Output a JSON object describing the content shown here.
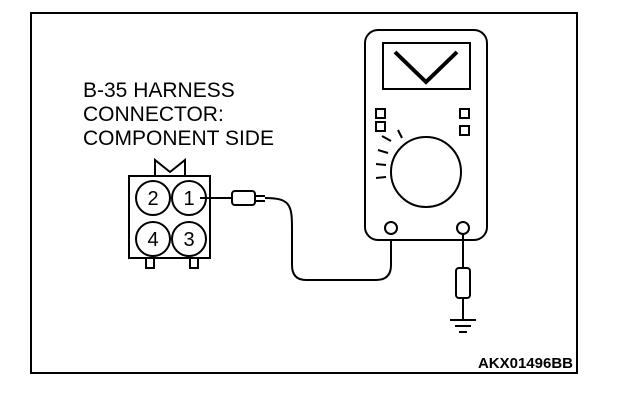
{
  "connector": {
    "label_lines": [
      "B-35 HARNESS",
      "CONNECTOR:",
      "COMPONENT SIDE"
    ],
    "pins": [
      "2",
      "1",
      "4",
      "3"
    ]
  },
  "meter": {
    "display_symbol": "V"
  },
  "figure_code": "AKX01496BB"
}
